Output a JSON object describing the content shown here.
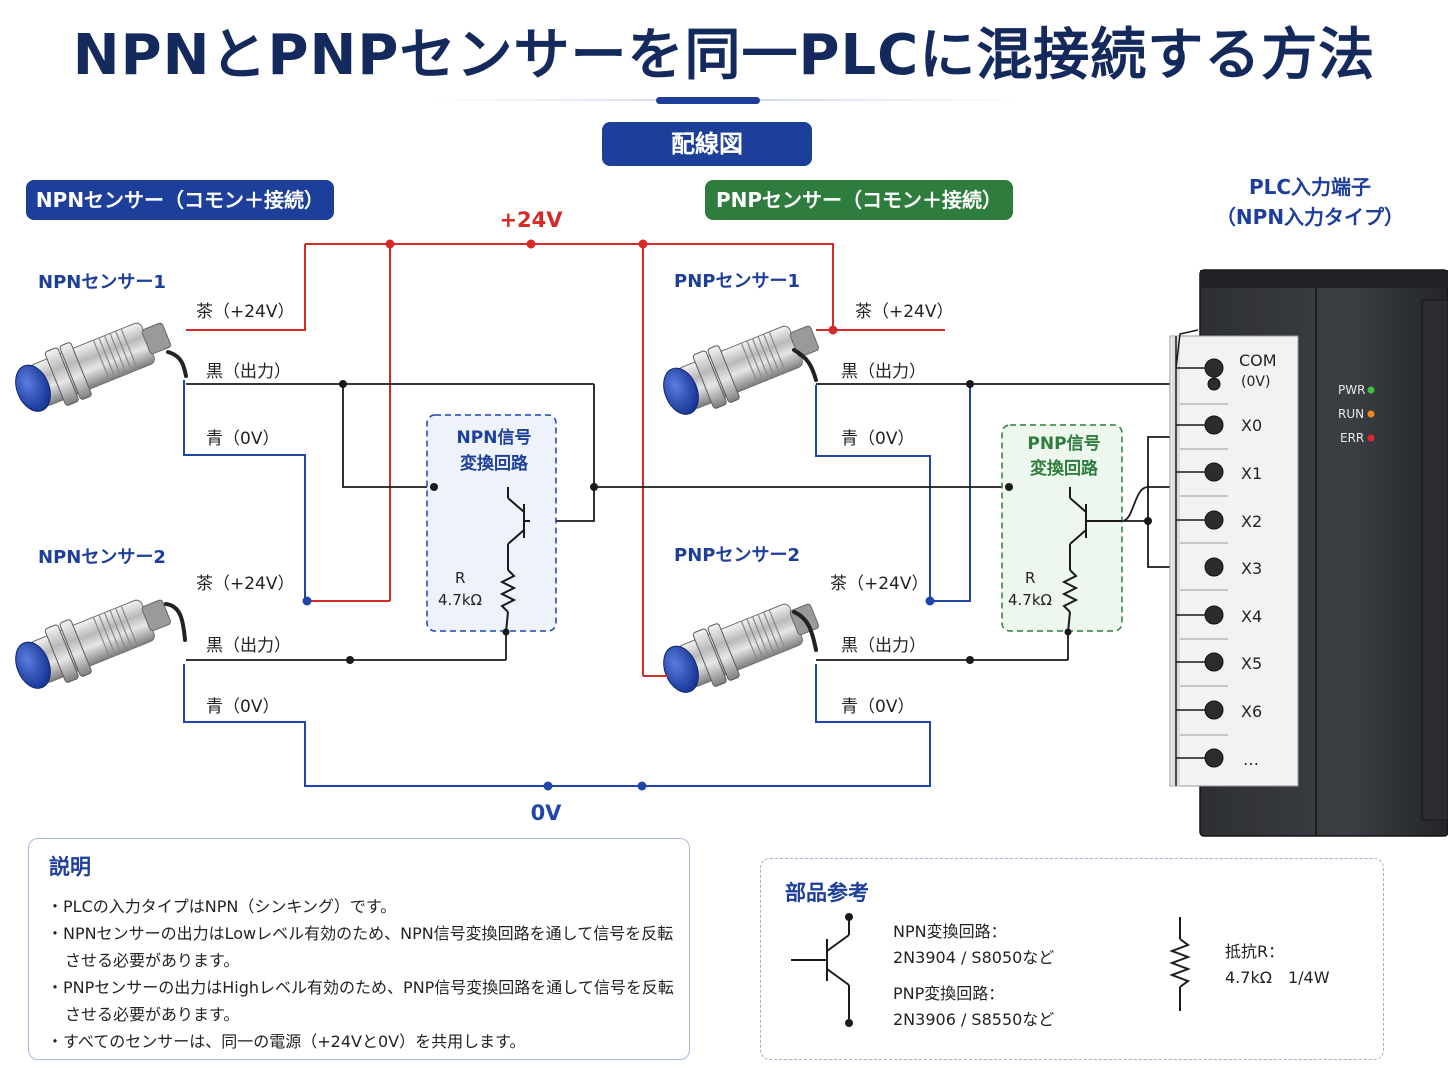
{
  "title": "NPNとPNPセンサーを同一PLCに混接続する方法",
  "section_label": "配線図",
  "npn_group_label": "NPNセンサー（コモン＋接続）",
  "pnp_group_label": "PNPセンサー（コモン＋接続）",
  "plc": {
    "title_line1": "PLC入力端子",
    "title_line2": "（NPN入力タイプ）",
    "terminals": [
      "COM",
      "(0V)",
      "X0",
      "X1",
      "X2",
      "X3",
      "X4",
      "X5",
      "X6",
      "…"
    ],
    "leds": [
      {
        "label": "PWR",
        "color": "#3cc43c"
      },
      {
        "label": "RUN",
        "color": "#f08a1c"
      },
      {
        "label": "ERR",
        "color": "#e02a2a"
      }
    ]
  },
  "rails": {
    "plus": "+24V",
    "zero": "0V"
  },
  "sensors": {
    "npn1": "NPNセンサー1",
    "npn2": "NPNセンサー2",
    "pnp1": "PNPセンサー1",
    "pnp2": "PNPセンサー2"
  },
  "wires": {
    "brown": "茶（+24V）",
    "black": "黒（出力）",
    "blue": "青（0V）"
  },
  "circuits": {
    "npn_line1": "NPN信号",
    "npn_line2": "変換回路",
    "pnp_line1": "PNP信号",
    "pnp_line2": "変換回路",
    "r_label": "R",
    "r_value": "4.7kΩ"
  },
  "colors": {
    "red_wire": "#d42a2a",
    "blue_wire": "#1f46a8",
    "black_wire": "#1a1a1a",
    "navy": "#1d3f9a",
    "green": "#2e7d3e"
  },
  "notes": {
    "heading": "説明",
    "items": [
      "・PLCの入力タイプはNPN（シンキング）です。",
      "・NPNセンサーの出力はLowレベル有効のため、NPN信号変換回路を通して信号を反転させる必要があります。",
      "・PNPセンサーの出力はHighレベル有効のため、PNP信号変換回路を通して信号を反転させる必要があります。",
      "・すべてのセンサーは、同一の電源（+24Vと0V）を共用します。"
    ]
  },
  "parts": {
    "heading": "部品参考",
    "npn_title": "NPN変換回路：",
    "npn_value": "2N3904 / S8050など",
    "pnp_title": "PNP変換回路：",
    "pnp_value": "2N3906 / S8550など",
    "resistor_title": "抵抗R：",
    "resistor_value": "4.7kΩ　1/4W"
  }
}
